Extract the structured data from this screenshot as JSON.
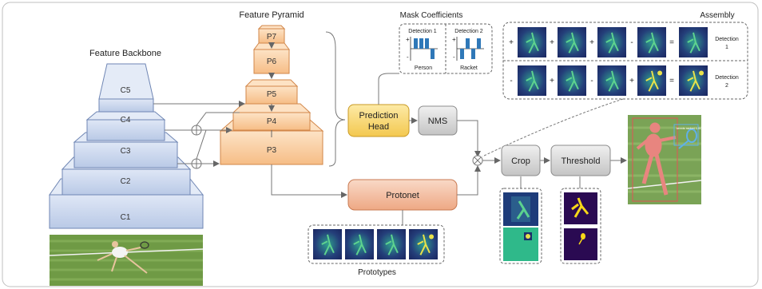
{
  "labels": {
    "feature_backbone": "Feature Backbone",
    "feature_pyramid": "Feature Pyramid",
    "mask_coefficients": "Mask Coefficients",
    "assembly": "Assembly",
    "prototypes": "Prototypes"
  },
  "backbone_layers": [
    "C5",
    "C4",
    "C3",
    "C2",
    "C1"
  ],
  "pyramid_layers": [
    "P7",
    "P6",
    "P5",
    "P4",
    "P3"
  ],
  "modules": {
    "prediction_head": [
      "Prediction",
      "Head"
    ],
    "nms": "NMS",
    "protonet": "Protonet",
    "crop": "Crop",
    "threshold": "Threshold"
  },
  "mask_coeff": {
    "detection1": "Detection 1",
    "detection2": "Detection 2",
    "person": "Person",
    "racket": "Racket",
    "plus": "+",
    "minus": "-"
  },
  "assembly_rows": [
    {
      "ops": [
        "+",
        "+",
        "+",
        "-",
        "="
      ],
      "label": [
        "Detection",
        "1"
      ]
    },
    {
      "ops": [
        "-",
        "+",
        "-",
        "+",
        "="
      ],
      "label": [
        "Detection",
        "2"
      ]
    }
  ],
  "detection_box_label": "tennis racket 1.00",
  "colors": {
    "backbone_fill": "#c9d6ee",
    "backbone_stroke": "#6f86b4",
    "pyramid_fill": "#f8cda0",
    "pyramid_stroke": "#d2874a",
    "head_fill": "#f9dc7e",
    "protonet_fill": "#f3bfa0",
    "gray_module": "#d9d9d9",
    "proto_dark": "#1d2f6b",
    "proto_green": "#3cc08a"
  }
}
